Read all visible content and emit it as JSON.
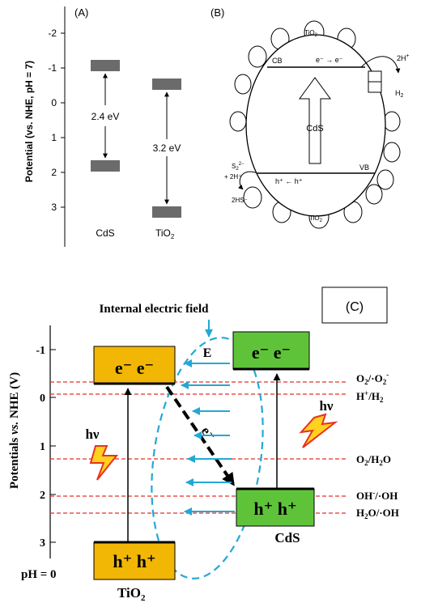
{
  "panel_a": {
    "label": "(A)",
    "axis_label": "Potential (vs. NHE, pH = 7)",
    "ticks": [
      "-2",
      "-1",
      "0",
      "1",
      "2",
      "3"
    ],
    "cds": {
      "name": "CdS",
      "gap": "2.4 eV"
    },
    "tio2": {
      "name_main": "TiO",
      "name_sub": "2",
      "gap": "3.2 eV"
    }
  },
  "panel_b": {
    "label": "(B)",
    "cb": "CB",
    "vb": "VB",
    "core": "CdS",
    "electron_transfer": "e⁻ → e⁻",
    "hole_transfer": "h⁺ ← h⁺",
    "tio2_top_main": "TiO",
    "tio2_top_sub": "2",
    "tio2_bottom_main": "TiO",
    "tio2_bottom_sub": "2",
    "proton_main": "2H",
    "proton_sup": "+",
    "h2_main": "H",
    "h2_sub": "2",
    "s2_main": "S",
    "s2_sub": "2",
    "s2_sup": "2−",
    "plus_2h": "+ 2H⁺",
    "hs": "2HS⁻"
  },
  "panel_c": {
    "label": "(C)",
    "title": "Internal electric field",
    "axis_label_main": "Potentials ",
    "axis_label_vs": "vs.",
    "axis_label_tail": " NHE (V)",
    "ticks": [
      "-1",
      "0",
      "1",
      "2",
      "3"
    ],
    "ph": "pH = 0",
    "tio2_cb": "e⁻  e⁻",
    "tio2_vb": "h⁺  h⁺",
    "tio2_name_main": "TiO",
    "tio2_name_sub": "2",
    "cds_cb": "e⁻  e⁻",
    "cds_vb": "h⁺ h⁺",
    "cds_name": "CdS",
    "field_label": "E",
    "transfer": "e⁻",
    "hv_left": "hν",
    "hv_right": "hν",
    "levels": [
      {
        "main": "O",
        "sub": "2",
        "tail": "/·O",
        "sub2": "2",
        "sup": "-"
      },
      {
        "main": "H",
        "sup0": "+",
        "tail": "/H",
        "sub2": "2"
      },
      {
        "main": "O",
        "sub": "2",
        "tail": "/H",
        "sub2": "2",
        "tail2": "O"
      },
      {
        "main": "OH",
        "sup0": "-",
        "tail": "/·OH"
      },
      {
        "main": "H",
        "sub": "2",
        "tail": "O/·OH"
      }
    ]
  },
  "colors": {
    "band_gray": "#6b6b6b",
    "tio2_band": "#f2b705",
    "cds_band": "#5fc33a",
    "field_arrow": "#22a8d6",
    "dashed_red": "#e0302a",
    "hv_yellow": "#ffd21f",
    "hv_red": "#e8321e"
  }
}
